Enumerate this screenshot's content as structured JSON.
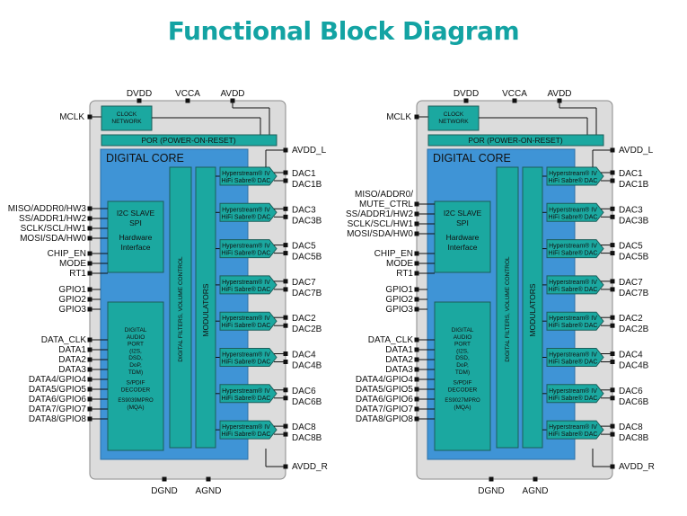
{
  "title": "Functional Block Diagram",
  "colors": {
    "title": "#13a3a3",
    "chip": "#dcdcdc",
    "core": "#3f94d6",
    "block": "#1ba8a0",
    "block_border": "#1d5e5a"
  },
  "diagrams": [
    {
      "id": "left",
      "top_pins": [
        "DVDD",
        "VCCA",
        "AVDD"
      ],
      "bottom_pins": [
        "DGND",
        "AGND"
      ],
      "mclk": "MCLK",
      "clock_network": [
        "CLOCK",
        "NETWORK"
      ],
      "por": "POR (POWER-ON-RESET)",
      "core_label": "DIGITAL CORE",
      "i2c_lines": [
        "I2C SLAVE",
        "SPI",
        "",
        "Hardware",
        "Interface"
      ],
      "audio_lines": [
        "DIGITAL",
        "AUDIO",
        "PORT",
        "(I2S,",
        "DSD,",
        "DoP,",
        "TDM)",
        "",
        "S/PDIF",
        "DECODER",
        "",
        "ES9039MPRO",
        "(MQA)"
      ],
      "filters_label": "DIGITAL FILTERS, VOLUME CONTROL",
      "modulators_label": "MODULATORS",
      "dac_line1": "Hyperstream® IV",
      "dac_line2": "HiFi Sabre® DAC",
      "left_pins": [
        "MISO/ADDR0/HW3",
        "SS/ADDR1/HW2",
        "SCLK/SCL/HW1",
        "MOSI/SDA/HW0",
        "CHIP_EN",
        "MODE",
        "RT1",
        "GPIO1",
        "GPIO2",
        "GPIO3",
        "DATA_CLK",
        "DATA1",
        "DATA2",
        "DATA3",
        "DATA4/GPIO4",
        "DATA5/GPIO5",
        "DATA6/GPIO6",
        "DATA7/GPIO7",
        "DATA8/GPIO8"
      ],
      "outputs": [
        [
          "DAC1",
          "DAC1B"
        ],
        [
          "DAC3",
          "DAC3B"
        ],
        [
          "DAC5",
          "DAC5B"
        ],
        [
          "DAC7",
          "DAC7B"
        ],
        [
          "DAC2",
          "DAC2B"
        ],
        [
          "DAC4",
          "DAC4B"
        ],
        [
          "DAC6",
          "DAC6B"
        ],
        [
          "DAC8",
          "DAC8B"
        ]
      ],
      "avdd_l": "AVDD_L",
      "avdd_r": "AVDD_R"
    },
    {
      "id": "right",
      "top_pins": [
        "DVDD",
        "VCCA",
        "AVDD"
      ],
      "bottom_pins": [
        "DGND",
        "AGND"
      ],
      "mclk": "MCLK",
      "clock_network": [
        "CLOCK",
        "NETWORK"
      ],
      "por": "POR (POWER-ON-RESET)",
      "core_label": "DIGITAL CORE",
      "i2c_lines": [
        "I2C SLAVE",
        "SPI",
        "",
        "Hardware",
        "Interface"
      ],
      "audio_lines": [
        "DIGITAL",
        "AUDIO",
        "PORT",
        "(I2S,",
        "DSD,",
        "DoP,",
        "TDM)",
        "",
        "S/PDIF",
        "DECODER",
        "",
        "ES9027MPRO",
        "(MQA)"
      ],
      "filters_label": "DIGITAL FILTERS, VOLUME CONTROL",
      "modulators_label": "MODULATORS",
      "dac_line1": "Hyperstream® IV",
      "dac_line2": "HiFi Sabre® DAC",
      "left_pins": [
        "MISO/ADDR0/",
        "MUTE_CTRL",
        "SS/ADDR1/HW2",
        "SCLK/SCL/HW1",
        "MOSI/SDA/HW0",
        "CHIP_EN",
        "MODE",
        "RT1",
        "GPIO1",
        "GPIO2",
        "GPIO3",
        "DATA_CLK",
        "DATA1",
        "DATA2",
        "DATA3",
        "DATA4/GPIO4",
        "DATA5/GPIO5",
        "DATA6/GPIO6",
        "DATA7/GPIO7",
        "DATA8/GPIO8"
      ],
      "outputs": [
        [
          "DAC1",
          "DAC1B"
        ],
        [
          "DAC3",
          "DAC3B"
        ],
        [
          "DAC5",
          "DAC5B"
        ],
        [
          "DAC7",
          "DAC7B"
        ],
        [
          "DAC2",
          "DAC2B"
        ],
        [
          "DAC4",
          "DAC4B"
        ],
        [
          "DAC6",
          "DAC6B"
        ],
        [
          "DAC8",
          "DAC8B"
        ]
      ],
      "avdd_l": "AVDD_L",
      "avdd_r": "AVDD_R"
    }
  ]
}
